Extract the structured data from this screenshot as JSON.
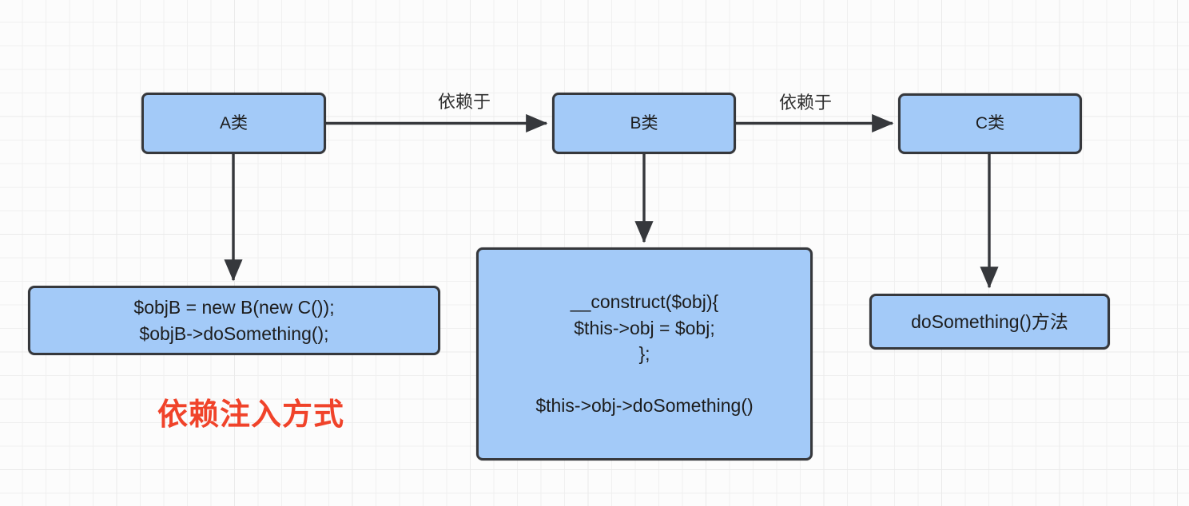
{
  "diagram": {
    "title": "依赖注入方式",
    "annotation": "依赖注入方式",
    "annotation_color": "#f0432a",
    "node_fill": "#a3caf8",
    "node_border": "#36383c",
    "background": "#fcfcfc",
    "grid_color": "#eeeeee",
    "nodes": [
      {
        "id": "class-a",
        "label": "A类"
      },
      {
        "id": "class-b",
        "label": "B类"
      },
      {
        "id": "class-c",
        "label": "C类"
      },
      {
        "id": "usage-code",
        "label": "$objB = new B(new C());\n$objB->doSomething();"
      },
      {
        "id": "b-body-code",
        "label": "__construct($obj){\n$this->obj = $obj;\n};\n\n$this->obj->doSomething()"
      },
      {
        "id": "c-method",
        "label": "doSomething()方法"
      }
    ],
    "edges": [
      {
        "id": "a-to-b",
        "from": "class-a",
        "to": "class-b",
        "label": "依赖于"
      },
      {
        "id": "b-to-c",
        "from": "class-b",
        "to": "class-c",
        "label": "依赖于"
      },
      {
        "id": "a-to-usage",
        "from": "class-a",
        "to": "usage-code",
        "label": ""
      },
      {
        "id": "b-to-body",
        "from": "class-b",
        "to": "b-body-code",
        "label": ""
      },
      {
        "id": "c-to-method",
        "from": "class-c",
        "to": "c-method",
        "label": ""
      }
    ]
  }
}
